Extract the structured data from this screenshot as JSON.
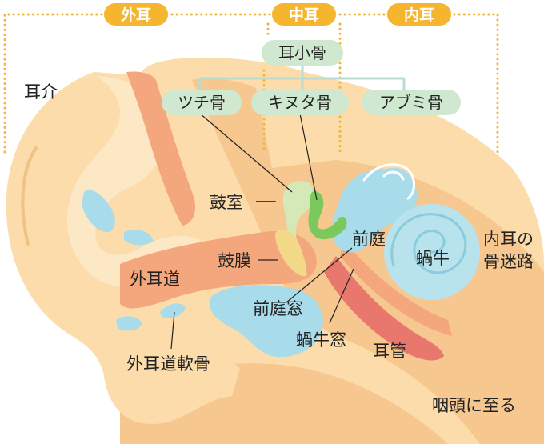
{
  "sections": {
    "outer": "外耳",
    "middle": "中耳",
    "inner": "内耳"
  },
  "ossicles": {
    "group": "耳小骨",
    "incus": "ツチ骨",
    "malleus": "キヌタ骨",
    "stapes": "アブミ骨"
  },
  "labels": {
    "pinna": "耳介",
    "tympanic_cavity": "鼓室",
    "eardrum": "鼓膜",
    "ear_canal": "外耳道",
    "ear_canal_cartilage": "外耳道軟骨",
    "vestibule": "前庭",
    "oval_window": "前庭窓",
    "round_window": "蝸牛窓",
    "cochlea": "蝸牛",
    "labyrinth_1": "内耳の",
    "labyrinth_2": "骨迷路",
    "eustachian_tube": "耳管",
    "to_pharynx": "咽頭に至る"
  },
  "colors": {
    "skin": "#fbdcaa",
    "skin_dark": "#f6c78f",
    "canal": "#f4a77c",
    "tube": "#e8786e",
    "inner_blue": "#a9dcea",
    "cochlea_blue": "#b8e2ec",
    "bone_green": "#7bc95c",
    "pale_green": "#d4e8b8",
    "pill_green": "#cfe8cf",
    "tag_orange": "#f5b52e",
    "dotted": "#f2b63a",
    "eardrum": "#f2d98a"
  }
}
